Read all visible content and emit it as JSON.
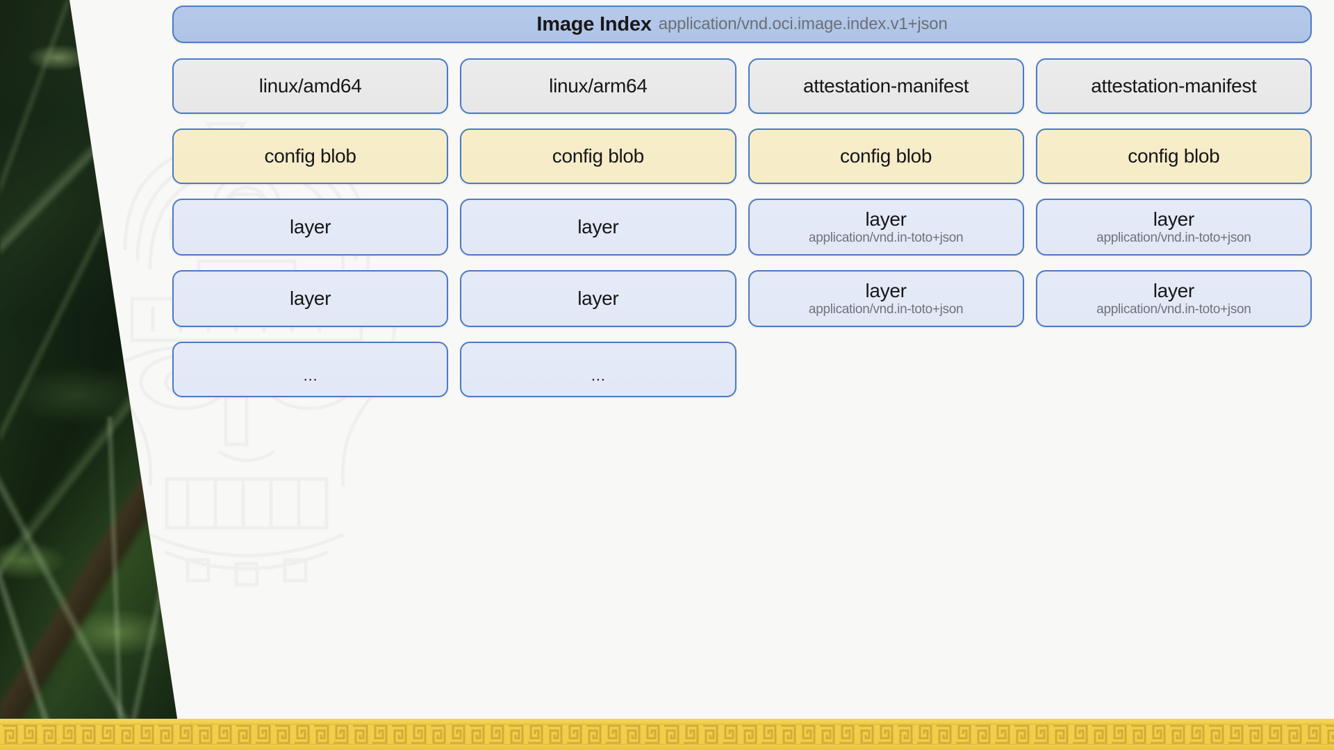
{
  "slide": {
    "background_color": "#f8f8f6",
    "accent_border_color": "#4c7ac4",
    "band_color": "#f2cf4c"
  },
  "header": {
    "title": "Image Index",
    "media_type": "application/vnd.oci.image.index.v1+json"
  },
  "columns": [
    {
      "platform": "linux/amd64",
      "config": "config blob",
      "layers": [
        {
          "label": "layer",
          "media_type": ""
        },
        {
          "label": "layer",
          "media_type": ""
        }
      ],
      "more": "…"
    },
    {
      "platform": "linux/arm64",
      "config": "config blob",
      "layers": [
        {
          "label": "layer",
          "media_type": ""
        },
        {
          "label": "layer",
          "media_type": ""
        }
      ],
      "more": "…"
    },
    {
      "platform": "attestation-manifest",
      "config": "config blob",
      "layers": [
        {
          "label": "layer",
          "media_type": "application/vnd.in-toto+json"
        },
        {
          "label": "layer",
          "media_type": "application/vnd.in-toto+json"
        }
      ],
      "more": ""
    },
    {
      "platform": "attestation-manifest",
      "config": "config blob",
      "layers": [
        {
          "label": "layer",
          "media_type": "application/vnd.in-toto+json"
        },
        {
          "label": "layer",
          "media_type": "application/vnd.in-toto+json"
        }
      ],
      "more": ""
    }
  ],
  "decorations": {
    "left_photo": "jungle-forest-photo",
    "watermark": "mayan-mask-watermark",
    "bottom_border": "greek-key-meander-band"
  }
}
